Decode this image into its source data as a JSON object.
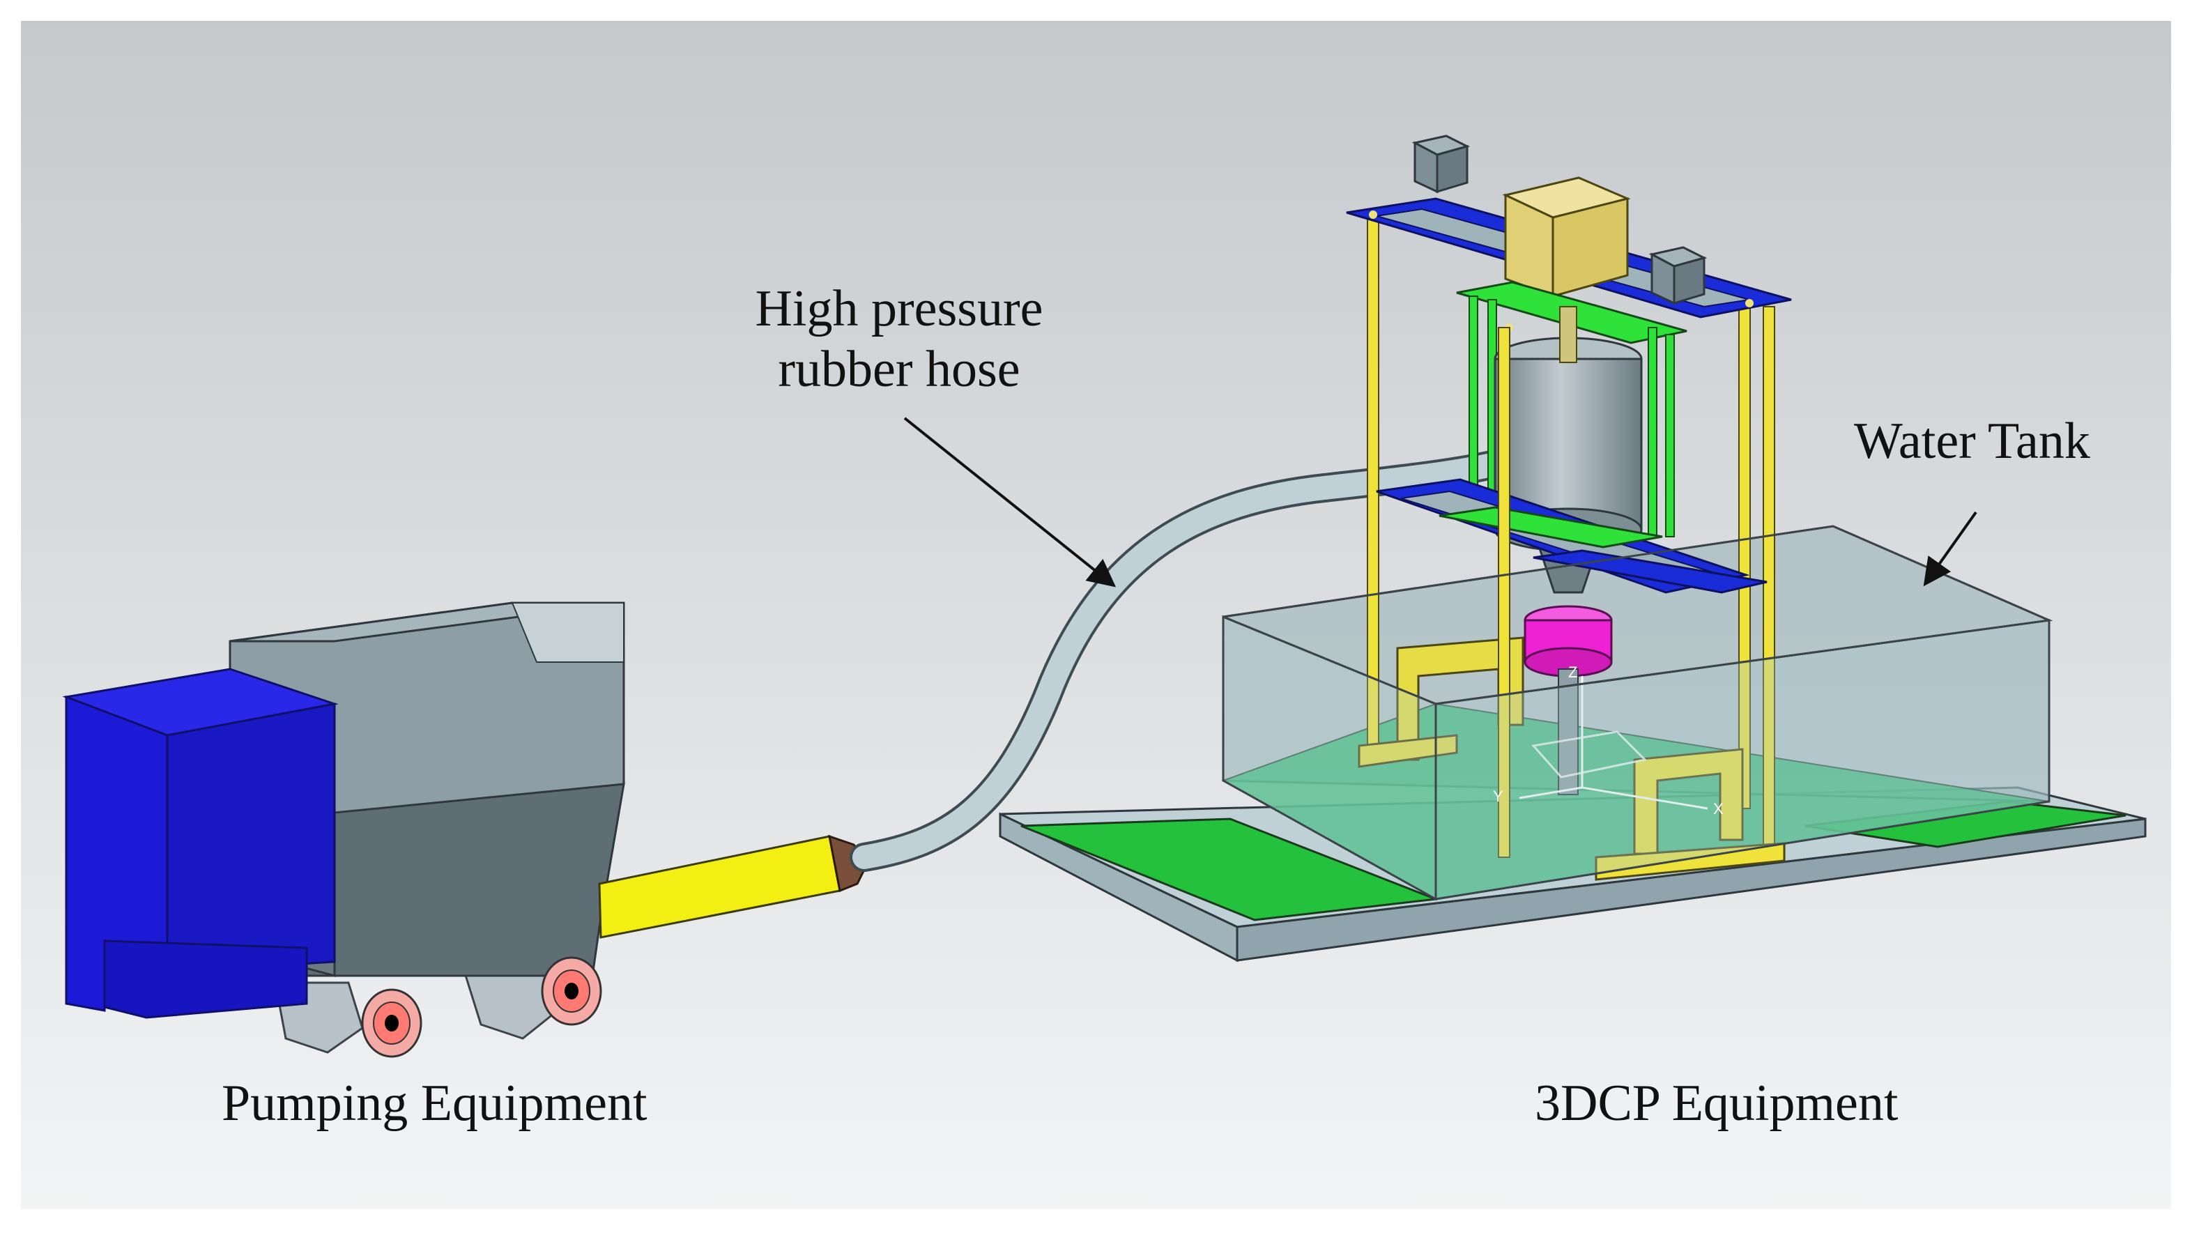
{
  "labels": {
    "hose_line1": "High pressure",
    "hose_line2": "rubber hose",
    "water_tank": "Water Tank",
    "pumping": "Pumping Equipment",
    "dcp": "3DCP Equipment"
  },
  "axes": {
    "x": "X",
    "y": "Y",
    "z": "Z"
  },
  "colors": {
    "background_top": "#c9cccf",
    "background_bottom": "#f1f2f3",
    "motor_blue": "#1414d2",
    "hopper_gray": "#8a9aa3",
    "hopper_dark": "#5f6e75",
    "pipe_yellow": "#f2ee16",
    "hose_gray": "#b8c8d0",
    "wheel_pink": "#f4a9a5",
    "frame_yellow": "#efe23a",
    "plate_blue": "#1a2bd8",
    "plate_green": "#2fe23a",
    "motor_box": "#778a94",
    "hopper_box": "#e8d980",
    "nozzle_magenta": "#ee22d4",
    "floor_green": "#22c63a",
    "tank_glass": "rgba(170,200,205,0.45)"
  }
}
